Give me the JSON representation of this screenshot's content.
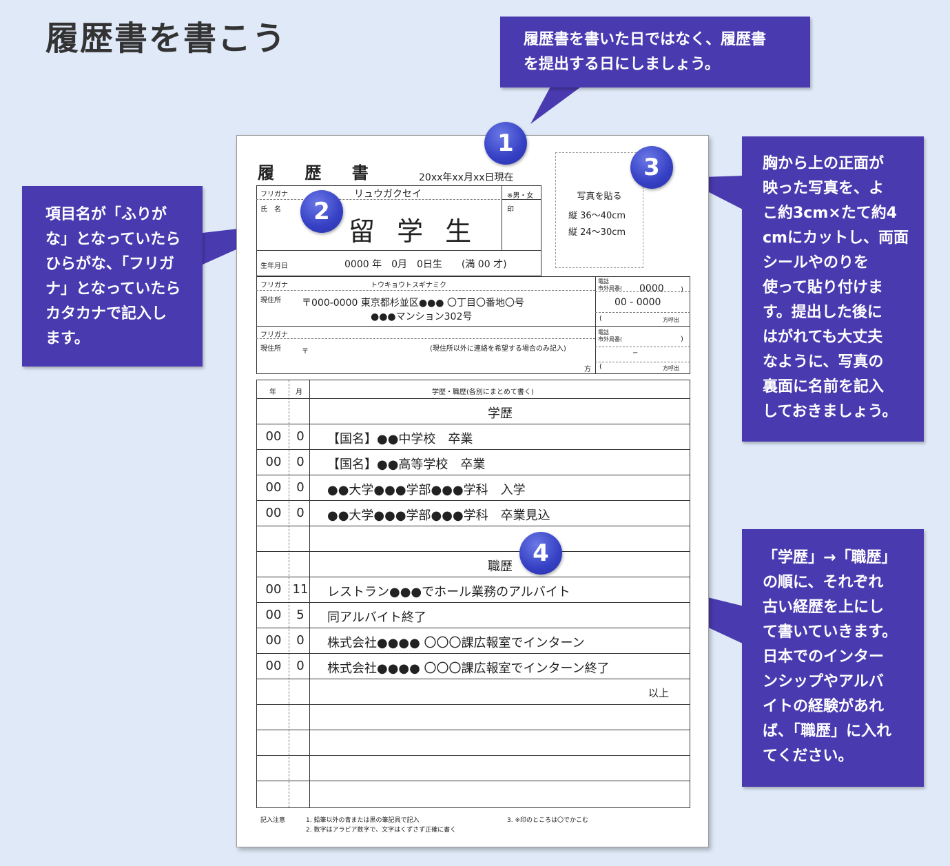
{
  "page": {
    "title": "履歴書を書こう"
  },
  "callouts": {
    "c1": [
      "履歴書を書いた日ではなく、履歴書",
      "を提出する日にしましょう。"
    ],
    "c2": [
      "項目名が「ふりが",
      "な」となっていたら",
      "ひらがな、「フリガ",
      "ナ」となっていたら",
      "カタカナで記入し",
      "ます。"
    ],
    "c3": [
      "胸から上の正面が",
      "映った写真を、よ",
      "こ約3cm×たて約4",
      "cmにカットし、両面",
      "シールやのりを",
      "使って貼り付けま",
      "す。提出した後に",
      "はがれても大丈夫",
      "なように、写真の",
      "裏面に名前を記入",
      "しておきましょう。"
    ],
    "c4": [
      "「学歴」→「職歴」",
      "の順に、それぞれ",
      "古い経歴を上にし",
      "て書いていきます。",
      "日本でのインター",
      "ンシップやアルバ",
      "イトの経験があれ",
      "ば、「職歴」に入れ",
      "てください。"
    ]
  },
  "badges": [
    "1",
    "2",
    "3",
    "4"
  ],
  "colors": {
    "background": "#dfe9f7",
    "callout": "#4a3ab0",
    "badge": "#3540c4"
  },
  "resume": {
    "title": "履 歴 書",
    "date": "20xx年xx月xx日現在",
    "photo": {
      "label": "写真を貼る",
      "line1": "縦 36〜40cm",
      "line2": "縦 24〜30cm"
    },
    "furigana_label": "フリガナ",
    "furigana_value": "リュウガクセイ",
    "gender_label": "※男・女",
    "seal_label": "印",
    "name_label": "氏　名",
    "name_value": "留 学 生",
    "birth_label": "生年月日",
    "birth_value": "0000 年　0月　0日生　　(満 00 才)",
    "addr_furigana_label": "フリガナ",
    "addr_furigana_value": "トウキョウトスギナミク",
    "addr_label": "現住所",
    "addr_line1": "〒000-0000  東京都杉並区●●● 〇丁目〇番地〇号",
    "addr_line2": "●●●マンション302号",
    "phone_label1": "電話",
    "phone_label2": "市外局番(",
    "phone_area": "0000",
    "phone_close": ")",
    "phone_num": "00 - 0000",
    "phone_note": "方呼出",
    "phone_open": "(",
    "contact_furigana_label": "フリガナ",
    "contact_label": "現住所",
    "contact_zip": "〒",
    "contact_note": "(現住所以外に連絡を希望する場合のみ記入)",
    "contact_kata": "方",
    "contact_phone_label1": "電話",
    "contact_phone_label2": "市外局番(",
    "contact_phone_close": ")",
    "contact_phone_dash": "−",
    "contact_phone_note": "方呼出",
    "contact_phone_open": "(",
    "history_header": {
      "year": "年",
      "month": "月",
      "content": "学歴・職歴(各別にまとめて書く)"
    },
    "history": [
      {
        "year": "",
        "month": "",
        "text": "学歴",
        "center": true
      },
      {
        "year": "00",
        "month": "0",
        "text": "【国名】●●中学校　卒業"
      },
      {
        "year": "00",
        "month": "0",
        "text": "【国名】●●高等学校　卒業"
      },
      {
        "year": "00",
        "month": "0",
        "text": "●●大学●●●学部●●●学科　入学"
      },
      {
        "year": "00",
        "month": "0",
        "text": "●●大学●●●学部●●●学科　卒業見込"
      },
      {
        "year": "",
        "month": "",
        "text": ""
      },
      {
        "year": "",
        "month": "",
        "text": "職歴",
        "center": true
      },
      {
        "year": "00",
        "month": "11",
        "text": "レストラン●●●でホール業務のアルバイト"
      },
      {
        "year": "00",
        "month": "5",
        "text": "同アルバイト終了"
      },
      {
        "year": "00",
        "month": "0",
        "text": "株式会社●●●● 〇〇〇課広報室でインターン"
      },
      {
        "year": "00",
        "month": "0",
        "text": "株式会社●●●● 〇〇〇課広報室でインターン終了"
      },
      {
        "year": "",
        "month": "",
        "text": "以上",
        "end": true
      },
      {
        "year": "",
        "month": "",
        "text": ""
      },
      {
        "year": "",
        "month": "",
        "text": ""
      },
      {
        "year": "",
        "month": "",
        "text": ""
      },
      {
        "year": "",
        "month": "",
        "text": ""
      }
    ],
    "notes": {
      "label": "記入注意",
      "n1": "1. 鉛筆以外の青または黒の筆記具で記入",
      "n2": "2. 数字はアラビア数字で、文字はくずさず正確に書く",
      "n3": "3. ※印のところは〇でかこむ"
    }
  }
}
